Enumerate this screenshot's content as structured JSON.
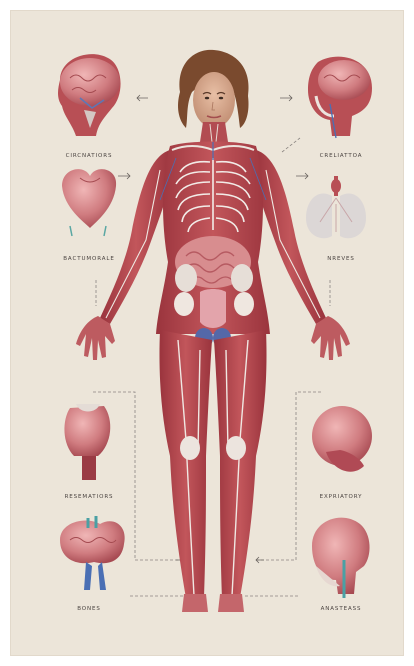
{
  "labels": {
    "top_left": "CIRCNATIORS",
    "top_right": "CRELIATTOA",
    "mid_left": "BACTUMORALE",
    "mid_right": "NREVES",
    "low_left": "RESEMATIORS",
    "low_right": "EXPRIATORY",
    "bottom_left": "BONES",
    "bottom_right": "ANASTEASS"
  },
  "colors": {
    "background": "#ece5d9",
    "muscle": "#b5464c",
    "organ": "#d98a8e",
    "nerve": "#f1ece8",
    "vessel": "#4a6fb4",
    "dash": "#8a8480"
  }
}
